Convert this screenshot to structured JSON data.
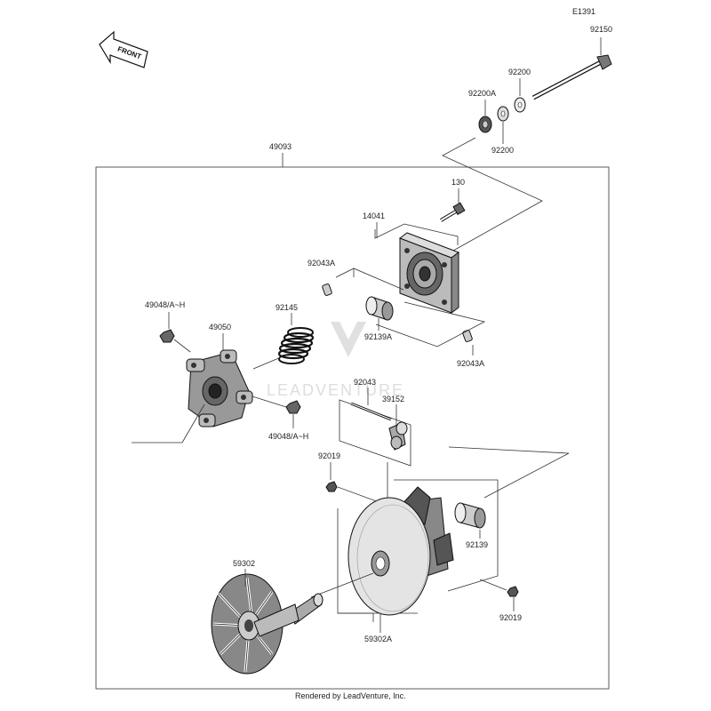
{
  "diagram_code": "E1391",
  "front_label": "FRONT",
  "watermark": "LEADVENTURE",
  "footer": "Rendered by LeadVenture, Inc.",
  "labels": {
    "p92150": "92150",
    "p92200_top": "92200",
    "p92200A": "92200A",
    "p92200_bot": "92200",
    "p49093": "49093",
    "p130": "130",
    "p14041": "14041",
    "p92043A_top": "92043A",
    "p92043A_bot": "92043A",
    "p49048_top": "49048/A~H",
    "p49048_bot": "49048/A~H",
    "p49050": "49050",
    "p92145": "92145",
    "p92139A": "92139A",
    "p92043": "92043",
    "p39152": "39152",
    "p92019_top": "92019",
    "p92019_bot": "92019",
    "p92139": "92139",
    "p59302": "59302",
    "p59302A": "59302A"
  }
}
